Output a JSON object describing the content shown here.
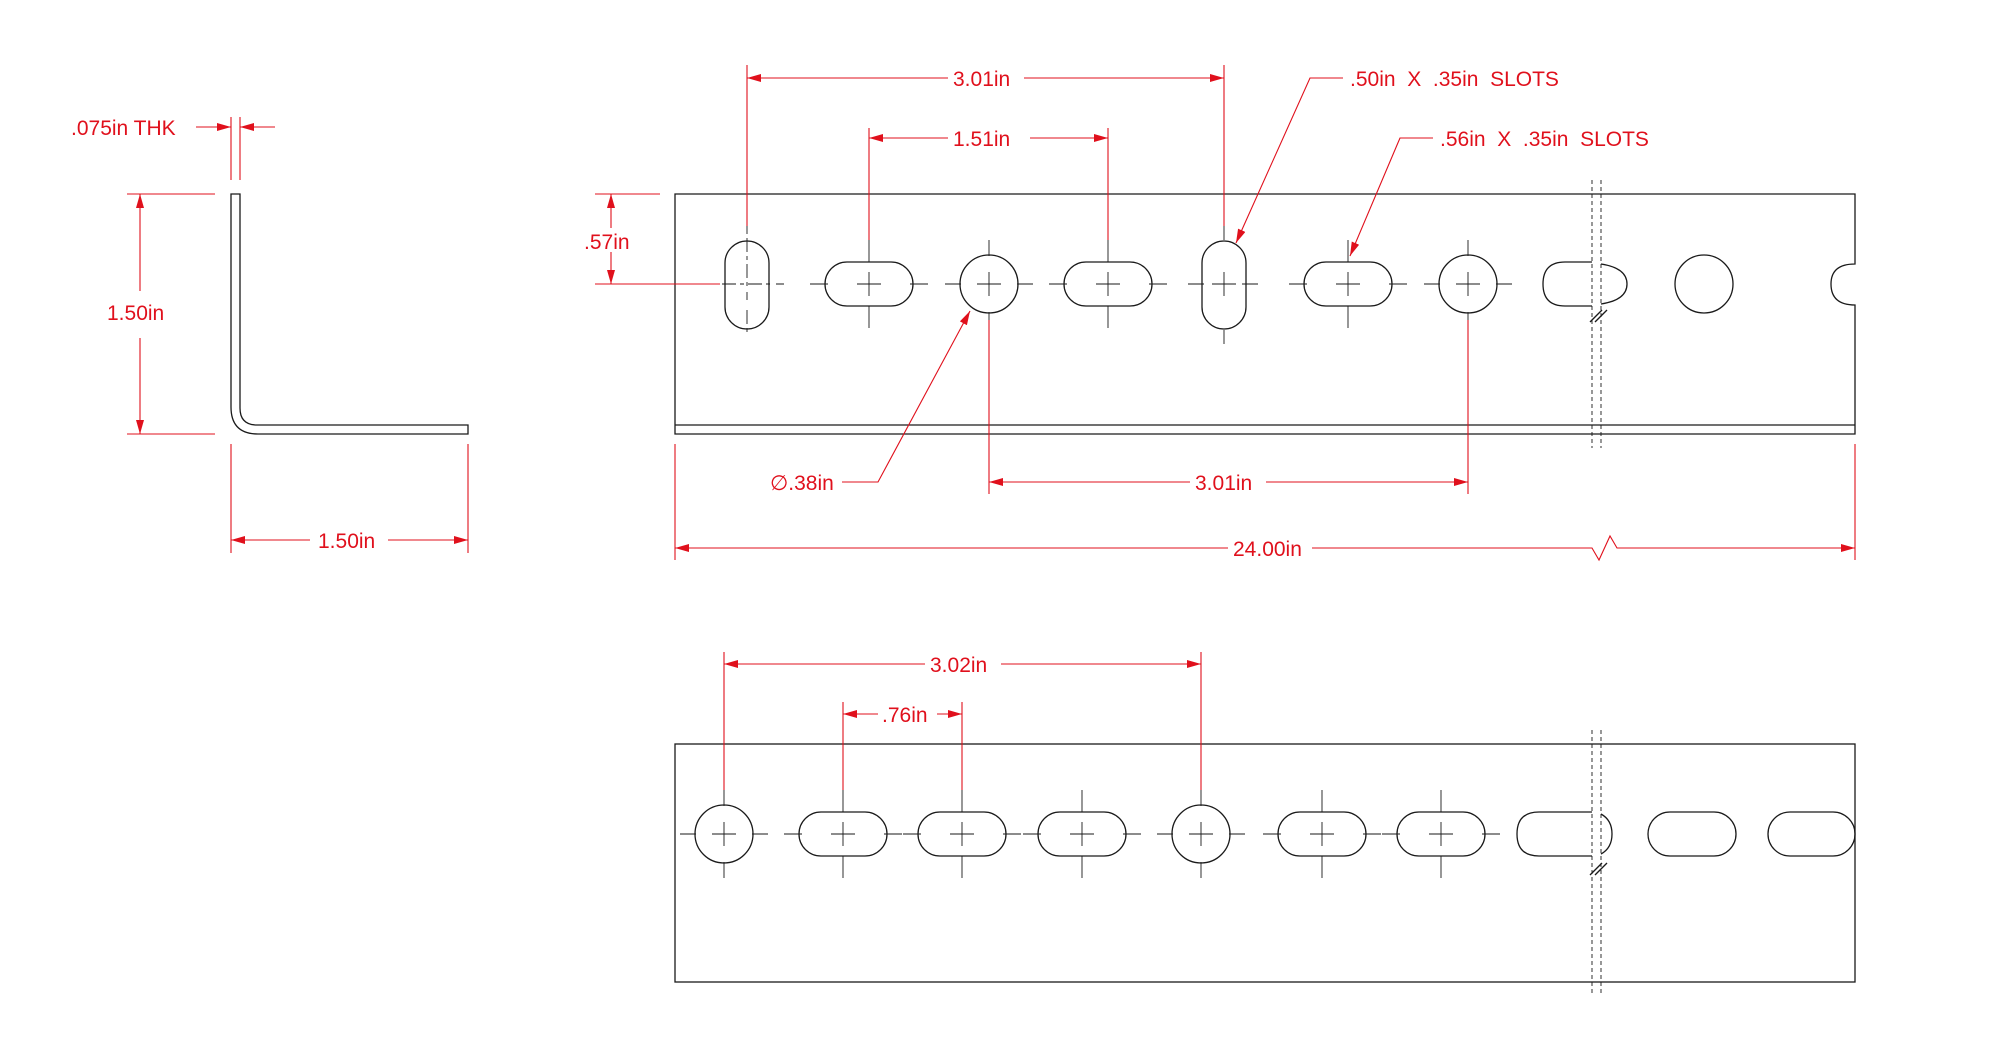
{
  "colors": {
    "dimension": "#e0101c",
    "part": "#1a1a1a",
    "background": "#ffffff"
  },
  "labels": {
    "thickness": ".075in THK",
    "side_height": "1.50in",
    "side_width": "1.50in",
    "top_span_301": "3.01in",
    "top_span_151": "1.51in",
    "top_offset": ".57in",
    "slot_note_50": ".50in  X  .35in  SLOTS",
    "slot_note_56": ".56in  X  .35in  SLOTS",
    "hole_diameter": "∅.38in",
    "bottom_span_301": "3.01in",
    "overall_length": "24.00in",
    "lower_span_302": "3.02in",
    "lower_span_76": ".76in"
  }
}
